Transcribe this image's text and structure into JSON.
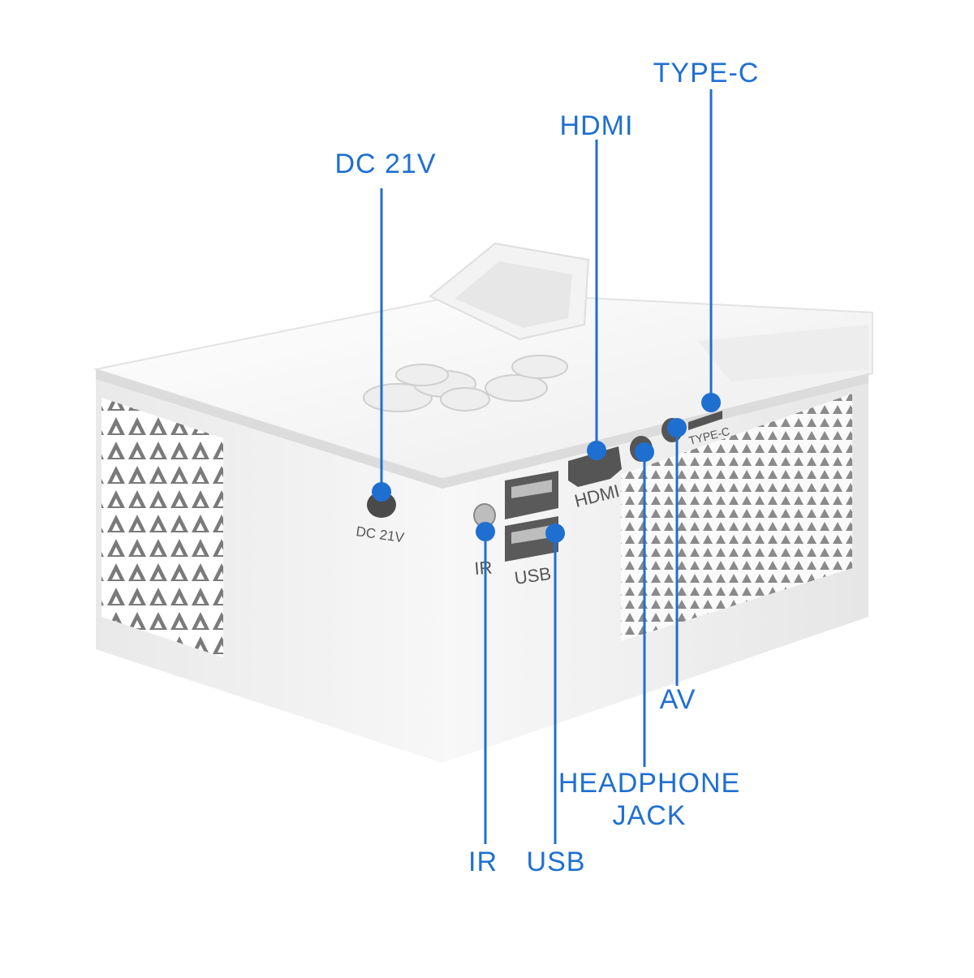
{
  "callouts": {
    "dc": "DC 21V",
    "hdmi": "HDMI",
    "type_c": "TYPE-C",
    "av": "AV",
    "headphone_1": "HEADPHONE",
    "headphone_2": "JACK",
    "ir": "IR",
    "usb": "USB"
  },
  "device_labels": {
    "dc": "DC 21V",
    "ir": "IR",
    "usb": "USB",
    "hdmi": "HDMI",
    "type_c": "TYPE-C"
  },
  "colors": {
    "accent": "#1f6fd1",
    "body": "#f4f4f4",
    "shadow": "#d9d9d9"
  }
}
